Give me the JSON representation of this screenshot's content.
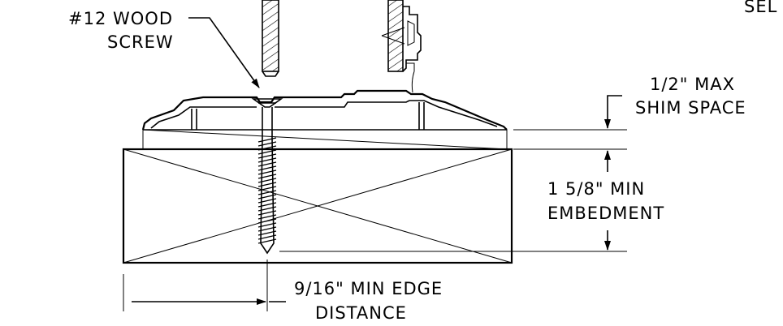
{
  "labels": {
    "sel": "SEL",
    "screw_line1": "#12  WOOD",
    "screw_line2": "SCREW",
    "shim_line1": "1/2\"  MAX",
    "shim_line2": "SHIM  SPACE",
    "embed_line1": "1  5/8\"  MIN",
    "embed_line2": "EMBEDMENT",
    "edge_line1": "9/16\"  MIN  EDGE",
    "edge_line2": "DISTANCE"
  }
}
